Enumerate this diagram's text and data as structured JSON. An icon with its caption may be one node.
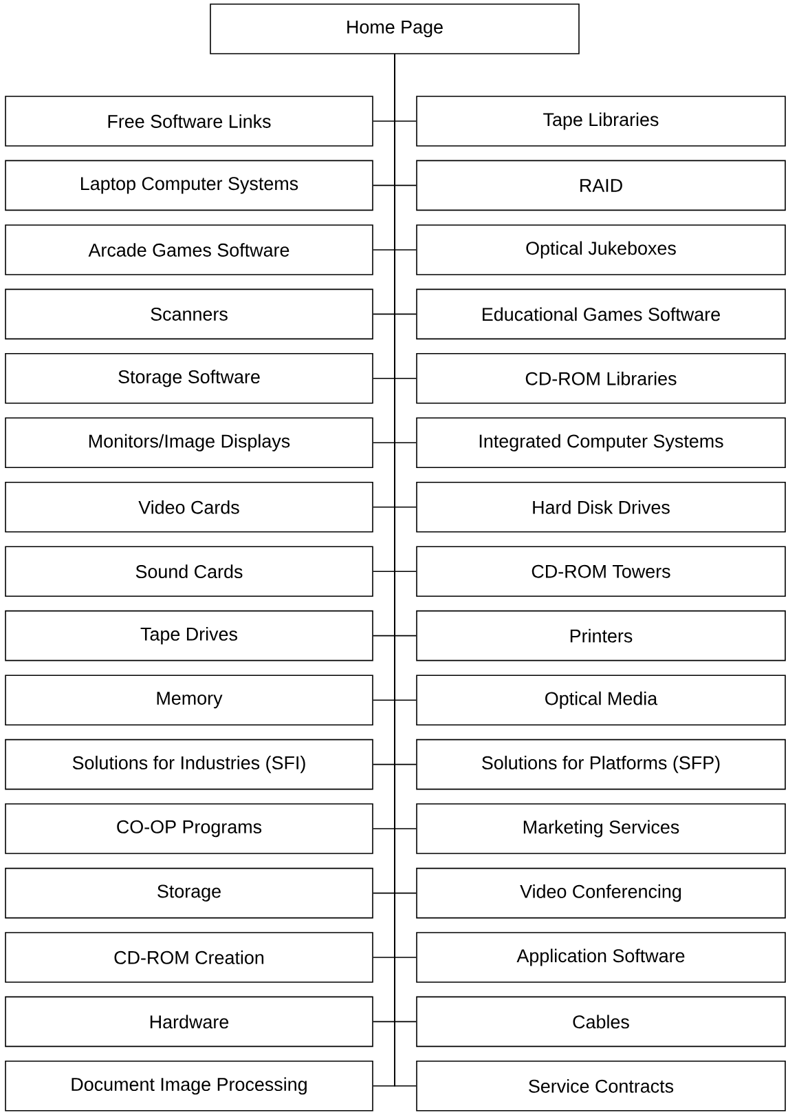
{
  "diagram": {
    "nodes": [
      {
        "text": [
          "Home Page"
        ]
      },
      {
        "text": [
          "Free Software Links"
        ]
      },
      {
        "text": [
          "Tape Libraries"
        ]
      },
      {
        "text": [
          "Laptop Computer Systems"
        ]
      },
      {
        "text": [
          "RAID"
        ]
      },
      {
        "text": [
          "Arcade Games Software"
        ]
      },
      {
        "text": [
          "Optical Jukeboxes"
        ]
      },
      {
        "text": [
          "Scanners"
        ]
      },
      {
        "text": [
          "Educational Games Software"
        ]
      },
      {
        "text": [
          "Storage Software"
        ]
      },
      {
        "text": [
          "CD-ROM Libraries"
        ]
      },
      {
        "text": [
          "Monitors/Image Displays"
        ]
      },
      {
        "text": [
          "Integrated Computer Systems"
        ]
      },
      {
        "text": [
          "Video Cards"
        ]
      },
      {
        "text": [
          "Hard Disk Drives"
        ]
      },
      {
        "text": [
          "Sound Cards"
        ]
      },
      {
        "text": [
          "CD-ROM Towers"
        ]
      },
      {
        "text": [
          "Tape Drives"
        ]
      },
      {
        "text": [
          "Printers"
        ]
      },
      {
        "text": [
          "Memory"
        ]
      },
      {
        "text": [
          "Optical Media"
        ]
      },
      {
        "text": [
          "Solutions for Industries (SFI)"
        ]
      },
      {
        "text": [
          "Solutions for Platforms (SFP)"
        ]
      },
      {
        "text": [
          "CO-OP Programs"
        ]
      },
      {
        "text": [
          "Marketing Services"
        ]
      },
      {
        "text": [
          "Storage"
        ]
      },
      {
        "text": [
          "Video Conferencing"
        ]
      },
      {
        "text": [
          "CD-ROM Creation"
        ]
      },
      {
        "text": [
          "Application Software"
        ]
      },
      {
        "text": [
          "Hardware"
        ]
      },
      {
        "text": [
          "Cables"
        ]
      },
      {
        "text": [
          "Document Image Processing"
        ]
      },
      {
        "text": [
          "Service Contracts"
        ]
      }
    ],
    "edges": [
      {
        "from": 0,
        "to": 1,
        "arrow": "none"
      },
      {
        "from": 0,
        "to": 2,
        "arrow": "none"
      },
      {
        "from": 0,
        "to": 3,
        "arrow": "none"
      },
      {
        "from": 0,
        "to": 4,
        "arrow": "none"
      },
      {
        "from": 0,
        "to": 5,
        "arrow": "none"
      },
      {
        "from": 0,
        "to": 6,
        "arrow": "none"
      },
      {
        "from": 0,
        "to": 7,
        "arrow": "none"
      },
      {
        "from": 0,
        "to": 8,
        "arrow": "none"
      },
      {
        "from": 0,
        "to": 9,
        "arrow": "none"
      },
      {
        "from": 0,
        "to": 10,
        "arrow": "none"
      },
      {
        "from": 0,
        "to": 11,
        "arrow": "none"
      },
      {
        "from": 0,
        "to": 12,
        "arrow": "none"
      },
      {
        "from": 0,
        "to": 13,
        "arrow": "none"
      },
      {
        "from": 0,
        "to": 14,
        "arrow": "none"
      },
      {
        "from": 0,
        "to": 15,
        "arrow": "none"
      },
      {
        "from": 0,
        "to": 16,
        "arrow": "none"
      },
      {
        "from": 0,
        "to": 17,
        "arrow": "none"
      },
      {
        "from": 0,
        "to": 18,
        "arrow": "none"
      },
      {
        "from": 0,
        "to": 19,
        "arrow": "none"
      },
      {
        "from": 0,
        "to": 20,
        "arrow": "none"
      },
      {
        "from": 0,
        "to": 21,
        "arrow": "none"
      },
      {
        "from": 0,
        "to": 22,
        "arrow": "none"
      },
      {
        "from": 0,
        "to": 23,
        "arrow": "none"
      },
      {
        "from": 0,
        "to": 24,
        "arrow": "none"
      },
      {
        "from": 0,
        "to": 25,
        "arrow": "none"
      },
      {
        "from": 0,
        "to": 26,
        "arrow": "none"
      },
      {
        "from": 0,
        "to": 27,
        "arrow": "none"
      },
      {
        "from": 0,
        "to": 28,
        "arrow": "none"
      },
      {
        "from": 0,
        "to": 29,
        "arrow": "none"
      },
      {
        "from": 0,
        "to": 30,
        "arrow": "none"
      },
      {
        "from": 0,
        "to": 31,
        "arrow": "none"
      },
      {
        "from": 0,
        "to": 32,
        "arrow": "none"
      }
    ]
  }
}
